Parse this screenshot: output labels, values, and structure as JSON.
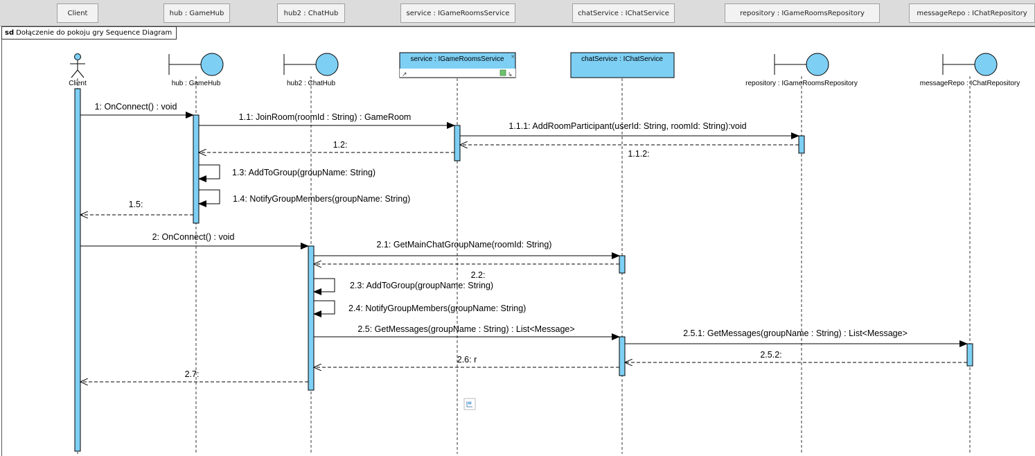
{
  "header_cells": [
    {
      "label": "Client"
    },
    {
      "label": "hub : GameHub"
    },
    {
      "label": "hub2 : ChatHub"
    },
    {
      "label": "service : IGameRoomsService"
    },
    {
      "label": "chatService : IChatService"
    },
    {
      "label": "repository : IGameRoomsRepository"
    },
    {
      "label": "messageRepo : IChatRepository"
    }
  ],
  "frame": {
    "keyword": "sd",
    "title": "Dołączenie do pokoju gry Sequence Diagram"
  },
  "lifelines": [
    {
      "id": "client",
      "label": "Client",
      "kind": "actor"
    },
    {
      "id": "hub",
      "label": "hub : GameHub",
      "kind": "boundary"
    },
    {
      "id": "hub2",
      "label": "hub2 : ChatHub",
      "kind": "boundary"
    },
    {
      "id": "service",
      "label": "service : IGameRoomsService",
      "kind": "class"
    },
    {
      "id": "chatService",
      "label": "chatService : IChatService",
      "kind": "class"
    },
    {
      "id": "repository",
      "label": "repository : IGameRoomsRepository",
      "kind": "boundary"
    },
    {
      "id": "messageRepo",
      "label": "messageRepo : IChatRepository",
      "kind": "boundary"
    }
  ],
  "messages": [
    {
      "id": "m1",
      "label": "1: OnConnect() : void",
      "from": "client",
      "to": "hub",
      "type": "sync"
    },
    {
      "id": "m1_1",
      "label": "1.1: JoinRoom(roomId : String) : GameRoom",
      "from": "hub",
      "to": "service",
      "type": "sync"
    },
    {
      "id": "m1_1_1",
      "label": "1.1.1: AddRoomParticipant(userId: String, roomId: String):void",
      "from": "service",
      "to": "repository",
      "type": "sync"
    },
    {
      "id": "m1_1_2",
      "label": "1.1.2:",
      "from": "repository",
      "to": "service",
      "type": "return"
    },
    {
      "id": "m1_2",
      "label": "1.2:",
      "from": "service",
      "to": "hub",
      "type": "return"
    },
    {
      "id": "m1_3",
      "label": "1.3: AddToGroup(groupName: String)",
      "from": "hub",
      "to": "hub",
      "type": "self"
    },
    {
      "id": "m1_4",
      "label": "1.4: NotifyGroupMembers(groupName: String)",
      "from": "hub",
      "to": "hub",
      "type": "self"
    },
    {
      "id": "m1_5",
      "label": "1.5:",
      "from": "hub",
      "to": "client",
      "type": "return"
    },
    {
      "id": "m2",
      "label": "2: OnConnect() : void",
      "from": "client",
      "to": "hub2",
      "type": "sync"
    },
    {
      "id": "m2_1",
      "label": "2.1: GetMainChatGroupName(roomId: String)",
      "from": "hub2",
      "to": "chatService",
      "type": "sync"
    },
    {
      "id": "m2_2",
      "label": "2.2:",
      "from": "chatService",
      "to": "hub2",
      "type": "return"
    },
    {
      "id": "m2_3",
      "label": "2.3: AddToGroup(groupName: String)",
      "from": "hub2",
      "to": "hub2",
      "type": "self"
    },
    {
      "id": "m2_4",
      "label": "2.4: NotifyGroupMembers(groupName: String)",
      "from": "hub2",
      "to": "hub2",
      "type": "self"
    },
    {
      "id": "m2_5",
      "label": "2.5: GetMessages(groupName : String) : List<Message>",
      "from": "hub2",
      "to": "chatService",
      "type": "sync"
    },
    {
      "id": "m2_5_1",
      "label": "2.5.1: GetMessages(groupName : String) : List<Message>",
      "from": "chatService",
      "to": "messageRepo",
      "type": "sync"
    },
    {
      "id": "m2_5_2",
      "label": "2.5.2:",
      "from": "messageRepo",
      "to": "chatService",
      "type": "return"
    },
    {
      "id": "m2_6",
      "label": "2.6: r",
      "from": "chatService",
      "to": "hub2",
      "type": "return"
    },
    {
      "id": "m2_7",
      "label": "2.7:",
      "from": "hub2",
      "to": "client",
      "type": "return"
    }
  ],
  "colors": {
    "fill": "#7ecff4",
    "stroke": "#000000",
    "header_bg": "#dcdcdc"
  }
}
